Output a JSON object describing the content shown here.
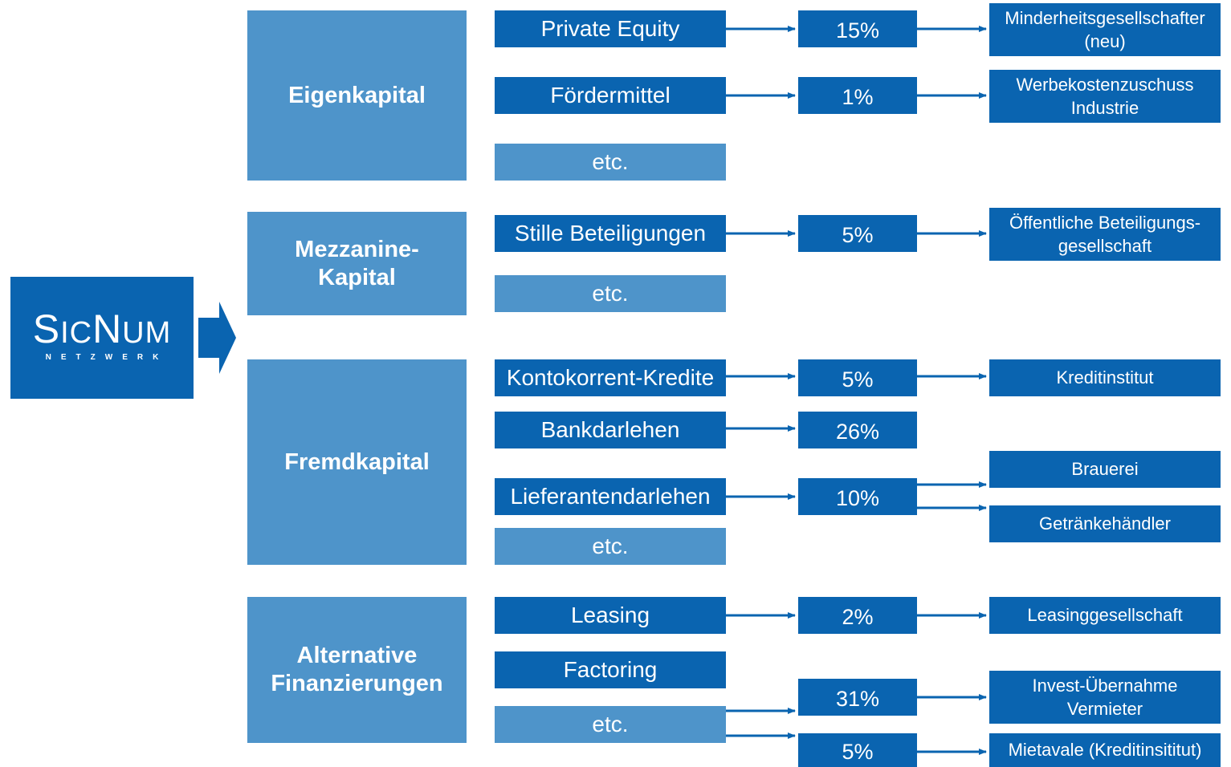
{
  "logo": {
    "wordmark_parts": [
      "S",
      "IC",
      "N",
      "UM"
    ],
    "subtitle": "NETZWERK"
  },
  "colors": {
    "dark_blue": "#0a64b0",
    "light_blue": "#4e94ca",
    "text": "#ffffff"
  },
  "categories": {
    "eigenkapital": "Eigenkapital",
    "mezzanine": "Mezzanine-\nKapital",
    "fremdkapital": "Fremdkapital",
    "alternative": "Alternative\nFinanzierungen"
  },
  "instruments": {
    "private_equity": "Private Equity",
    "foerdermittel": "Fördermittel",
    "etc_1": "etc.",
    "stille_beteiligungen": "Stille Beteiligungen",
    "etc_2": "etc.",
    "kontokorrent": "Kontokorrent-Kredite",
    "bankdarlehen": "Bankdarlehen",
    "lieferantendarlehen": "Lieferantendarlehen",
    "etc_3": "etc.",
    "leasing": "Leasing",
    "factoring": "Factoring",
    "etc_4": "etc."
  },
  "shares": {
    "private_equity": "15%",
    "foerdermittel": "1%",
    "stille_beteiligungen": "5%",
    "kontokorrent": "5%",
    "bankdarlehen": "26%",
    "lieferantendarlehen": "10%",
    "leasing": "2%",
    "invest": "31%",
    "mietavale": "5%"
  },
  "providers": {
    "minderheitsgesellschafter": "Minderheitsgesellschafter\n(neu)",
    "werbekostenzuschuss": "Werbekostenzuschuss\nIndustrie",
    "oeffentliche": "Öffentliche Beteiligungs-\ngesellschaft",
    "kreditinstitut": "Kreditinstitut",
    "brauerei": "Brauerei",
    "getraenkehaendler": "Getränkehändler",
    "leasinggesellschaft": "Leasinggesellschaft",
    "invest_uebernahme": "Invest-Übernahme\nVermieter",
    "mietavale": "Mietavale (Kreditinsititut)"
  }
}
